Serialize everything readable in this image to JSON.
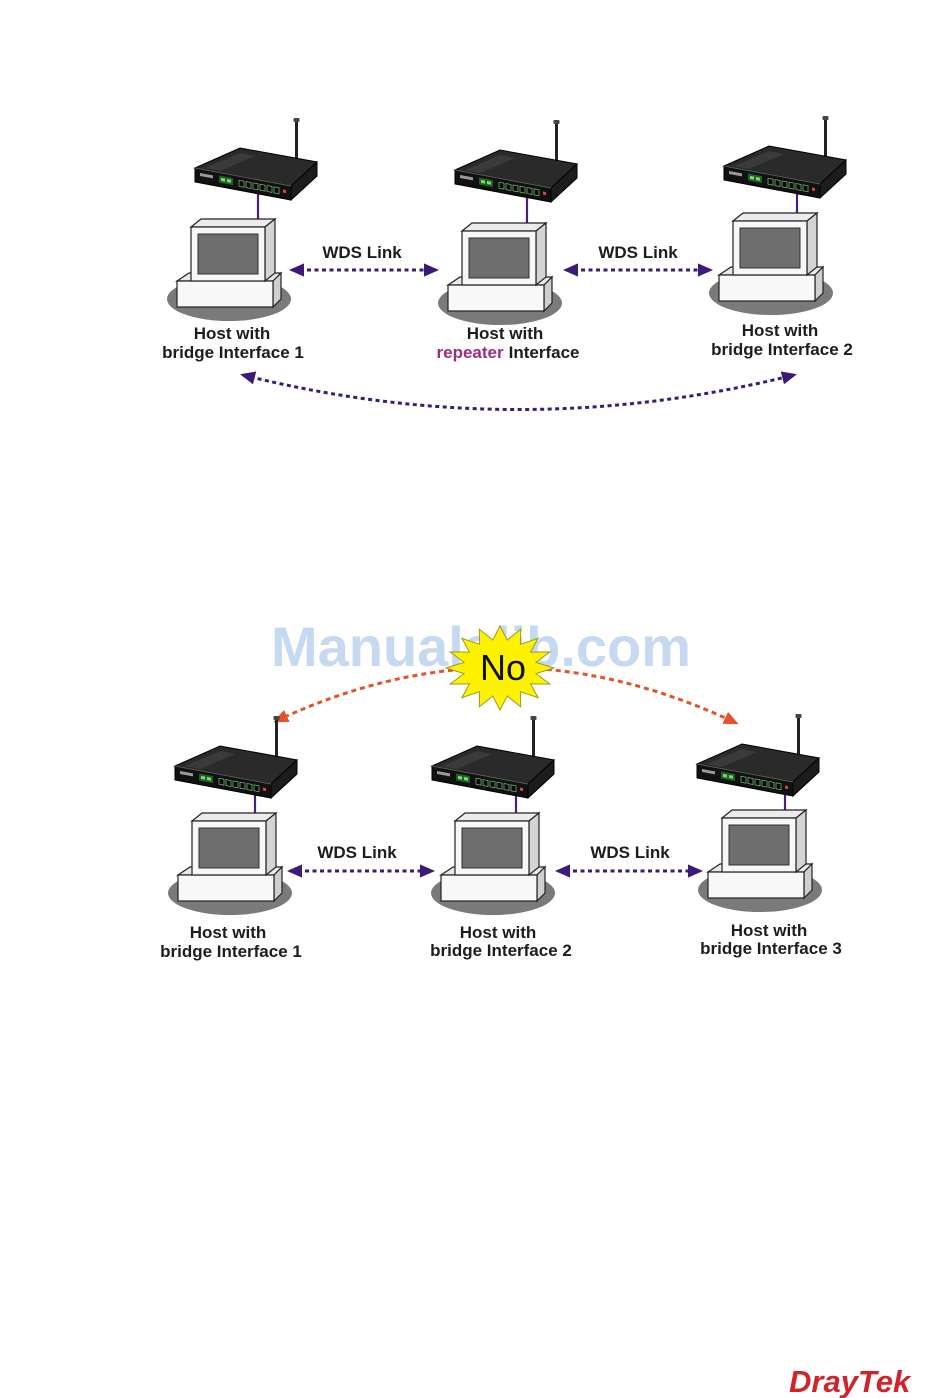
{
  "watermark": "Manualslib.com",
  "logo": "DrayTek",
  "icons": {
    "router": "router-icon",
    "host": "computer-icon",
    "callout": "starburst-icon",
    "link": "dotted-double-arrow"
  },
  "colors": {
    "link_arrow": "#3b1a78",
    "blocked_arrow": "#e2532b",
    "cable": "#4a1f7a",
    "highlight_text": "#9b2f80",
    "callout_fill": "#fff200",
    "watermark": "#c6d9f1",
    "logo": "#d2232a"
  },
  "diagrams": [
    {
      "links": [
        "WDS Link",
        "WDS Link"
      ],
      "hosts": [
        {
          "line1": "Host with",
          "line2": "bridge Interface 1"
        },
        {
          "line1": "Host with",
          "line2_highlight": "repeater",
          "line2_rest": "Interface"
        },
        {
          "line1": "Host with",
          "line2": "bridge Interface 2"
        }
      ]
    },
    {
      "callout": "No",
      "links": [
        "WDS Link",
        "WDS Link"
      ],
      "hosts": [
        {
          "line1": "Host with",
          "line2": "bridge Interface 1"
        },
        {
          "line1": "Host with",
          "line2": "bridge Interface 2"
        },
        {
          "line1": "Host with",
          "line2": "bridge Interface 3"
        }
      ]
    }
  ]
}
